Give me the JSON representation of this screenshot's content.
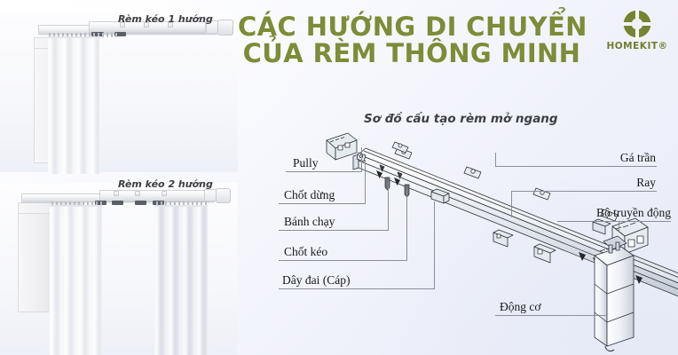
{
  "header": {
    "title_line1": "CÁC HƯỚNG DI CHUYỂN",
    "title_line2": "CỦA RÈM THÔNG MINH",
    "title_color": "#7d8c36"
  },
  "logo": {
    "brand": "HOMEKIT®",
    "icon": "ring-gear-icon",
    "color": "#6f7e2f"
  },
  "photos": [
    {
      "caption": "Rèm kéo 1 hướng",
      "type": "one-way-curtain"
    },
    {
      "caption": "Rèm kéo 2 hướng",
      "type": "two-way-curtain"
    }
  ],
  "schematic": {
    "title": "Sơ đồ cấu tạo rèm mở ngang",
    "labels_left": [
      {
        "text": "Pully"
      },
      {
        "text": "Chốt dừng"
      },
      {
        "text": "Bánh chạy"
      },
      {
        "text": "Chốt kéo"
      },
      {
        "text": "Dây đai (Cáp)"
      }
    ],
    "labels_right": [
      {
        "text": "Gá trần"
      },
      {
        "text": "Ray"
      },
      {
        "text": "Bộ truyền động"
      },
      {
        "text": "Động cơ"
      }
    ]
  },
  "colors": {
    "background_start": "#ffffff",
    "background_end": "#e9ecf8",
    "accent_green": "#7d8c36",
    "line_gray": "#8a8f99",
    "text_dark": "#16181c"
  }
}
